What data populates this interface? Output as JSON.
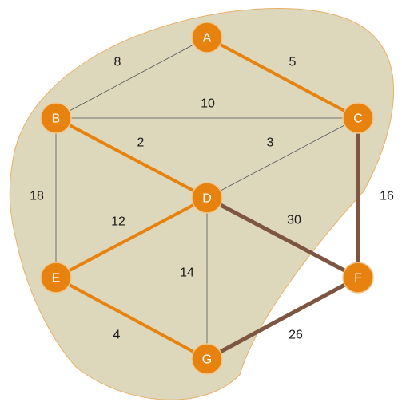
{
  "colors": {
    "region_fill": "#ddd8bc",
    "region_stroke": "#e8b068",
    "node_fill": "#e8820e",
    "node_stroke": "#f0c890",
    "edge_default": "#555555",
    "edge_orange": "#e8820e",
    "edge_brown": "#7e5541"
  },
  "nodes": [
    {
      "id": "A",
      "label": "A"
    },
    {
      "id": "B",
      "label": "B"
    },
    {
      "id": "C",
      "label": "C"
    },
    {
      "id": "D",
      "label": "D"
    },
    {
      "id": "E",
      "label": "E"
    },
    {
      "id": "F",
      "label": "F"
    },
    {
      "id": "G",
      "label": "G"
    }
  ],
  "edges": [
    {
      "from": "A",
      "to": "B",
      "weight": "8",
      "style": "thin"
    },
    {
      "from": "A",
      "to": "C",
      "weight": "5",
      "style": "orange"
    },
    {
      "from": "B",
      "to": "C",
      "weight": "10",
      "style": "thin"
    },
    {
      "from": "B",
      "to": "D",
      "weight": "2",
      "style": "orange"
    },
    {
      "from": "C",
      "to": "D",
      "weight": "3",
      "style": "thin"
    },
    {
      "from": "B",
      "to": "E",
      "weight": "18",
      "style": "thin"
    },
    {
      "from": "C",
      "to": "F",
      "weight": "16",
      "style": "brown"
    },
    {
      "from": "D",
      "to": "E",
      "weight": "12",
      "style": "orange"
    },
    {
      "from": "D",
      "to": "F",
      "weight": "30",
      "style": "brown"
    },
    {
      "from": "D",
      "to": "G",
      "weight": "14",
      "style": "thin"
    },
    {
      "from": "E",
      "to": "G",
      "weight": "4",
      "style": "orange"
    },
    {
      "from": "F",
      "to": "G",
      "weight": "26",
      "style": "brown"
    }
  ]
}
